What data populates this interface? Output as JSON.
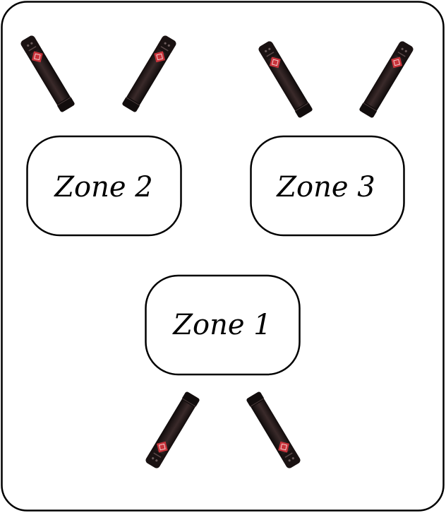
{
  "zones": [
    {
      "id": "zone-2",
      "label": "Zone 2"
    },
    {
      "id": "zone-3",
      "label": "Zone 3"
    },
    {
      "id": "zone-1",
      "label": "Zone 1"
    }
  ],
  "microphones": [
    {
      "id": "mic-zone2-left",
      "zone": "Zone 2"
    },
    {
      "id": "mic-zone2-right",
      "zone": "Zone 2"
    },
    {
      "id": "mic-zone3-left",
      "zone": "Zone 3"
    },
    {
      "id": "mic-zone3-right",
      "zone": "Zone 3"
    },
    {
      "id": "mic-zone1-left",
      "zone": "Zone 1"
    },
    {
      "id": "mic-zone1-right",
      "zone": "Zone 1"
    }
  ],
  "colors": {
    "mic_body": "#2a1c1c",
    "mic_band": "#141010",
    "badge": "#c8323a",
    "outline": "#000000",
    "background": "#ffffff"
  }
}
